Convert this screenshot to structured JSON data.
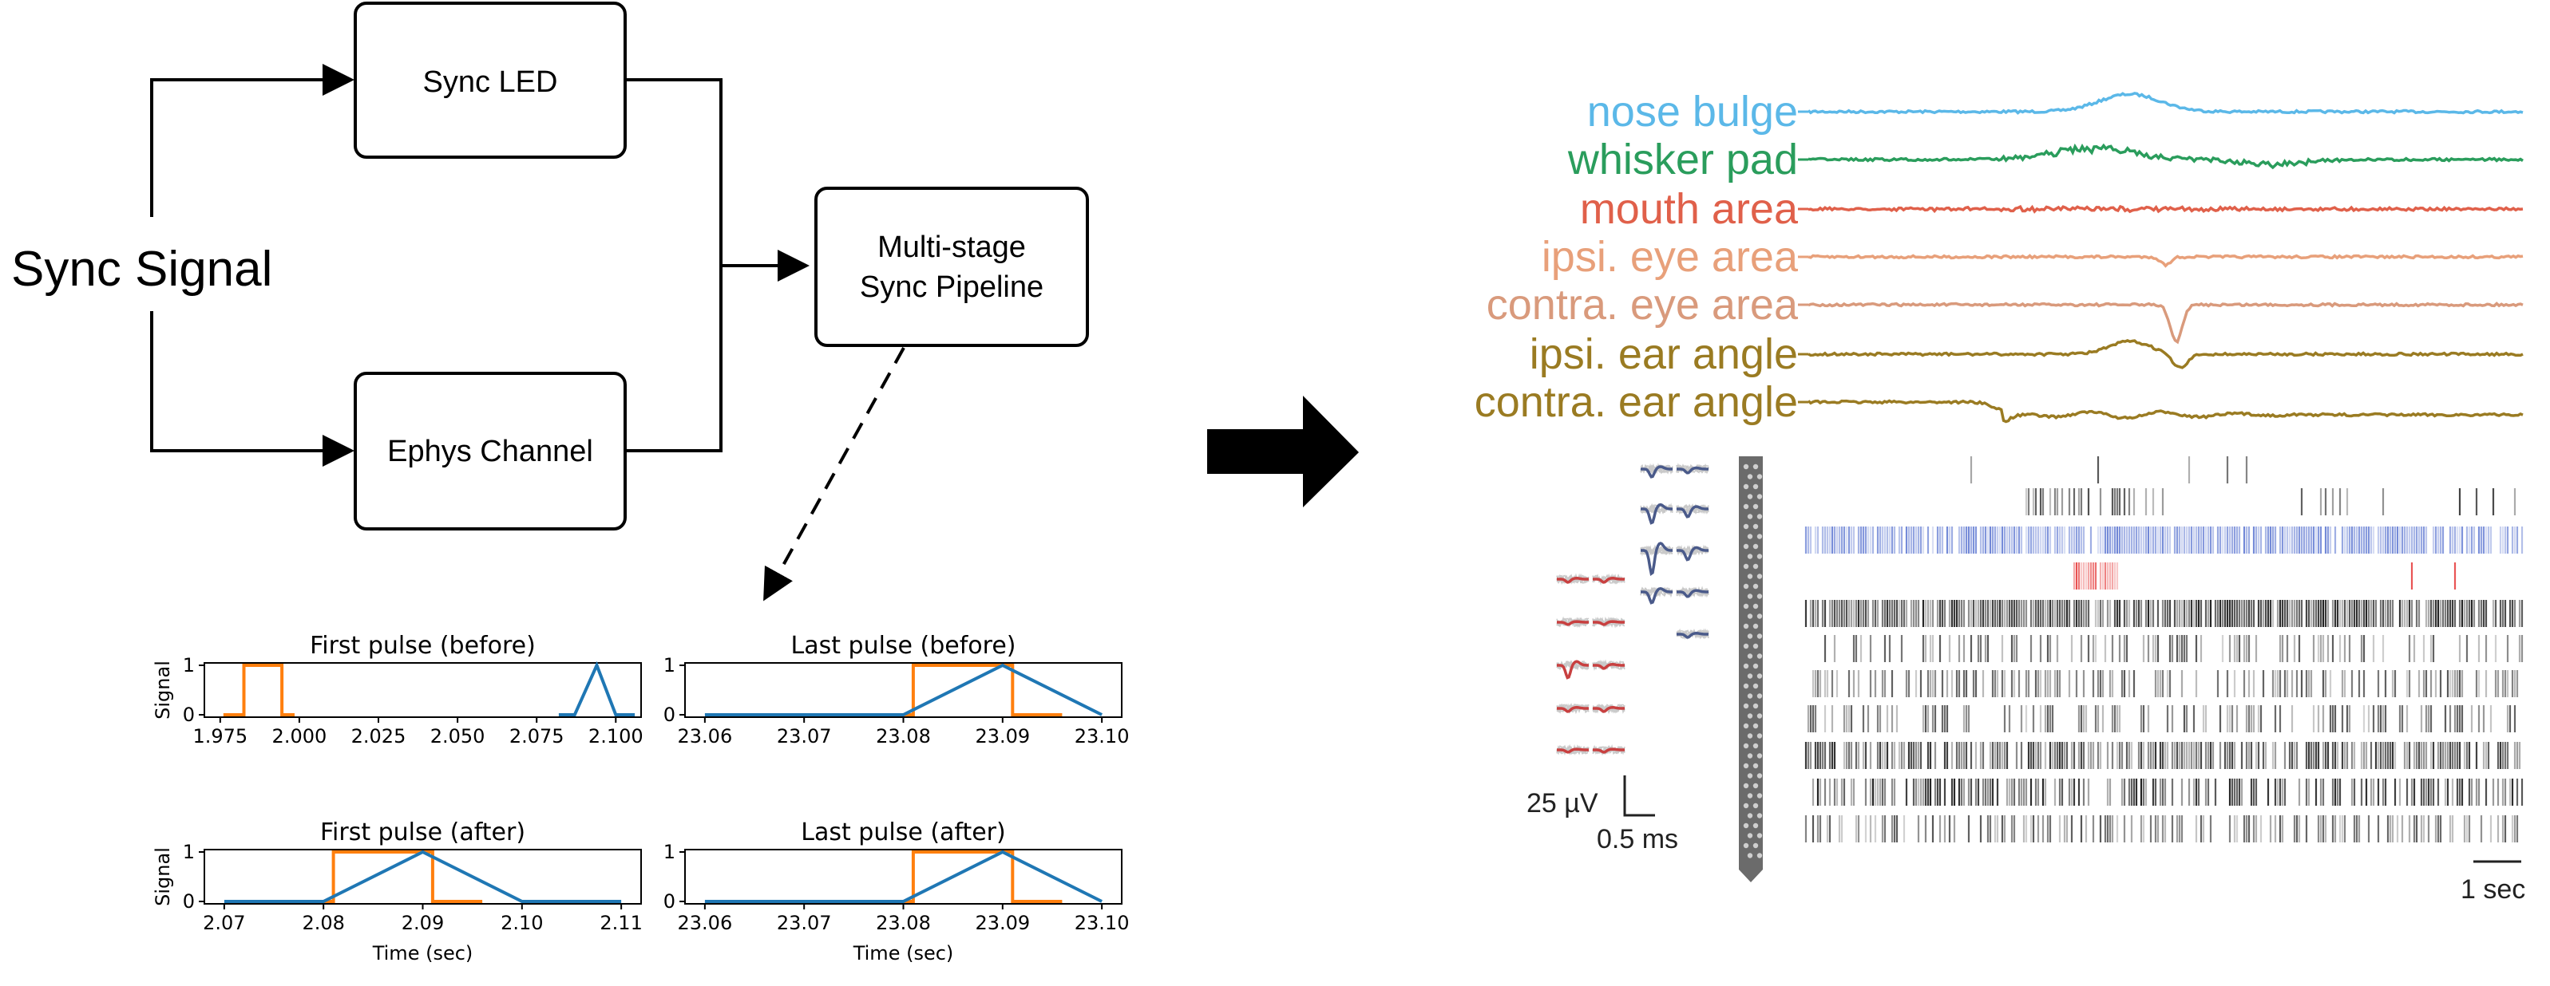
{
  "diagram": {
    "source_label": "Sync Signal",
    "boxes": {
      "led": "Sync LED",
      "ephys": "Ephys Channel",
      "pipeline_line1": "Multi-stage",
      "pipeline_line2": "Sync Pipeline"
    }
  },
  "chart_data": [
    {
      "type": "line",
      "title": "First pulse (before)",
      "ylabel": "Signal",
      "xlabel": "",
      "xlim": [
        1.97,
        2.108
      ],
      "ylim": [
        0,
        1
      ],
      "xticks": [
        "1.975",
        "2.000",
        "2.025",
        "2.050",
        "2.075",
        "2.100"
      ],
      "xtick_values": [
        1.975,
        2.0,
        2.025,
        2.05,
        2.075,
        2.1
      ],
      "yticks": [
        "0",
        "1"
      ],
      "ytick_values": [
        0,
        1
      ],
      "series": [
        {
          "color": "#ff7f0e",
          "x": [
            1.976,
            1.9825,
            1.9825,
            1.9945,
            1.9945,
            1.9985
          ],
          "y": [
            0,
            0,
            1,
            1,
            0,
            0
          ]
        },
        {
          "color": "#1f77b4",
          "x": [
            2.082,
            2.087,
            2.094,
            2.1,
            2.106
          ],
          "y": [
            0,
            0,
            1,
            0,
            0
          ]
        }
      ]
    },
    {
      "type": "line",
      "title": "Last pulse (before)",
      "ylabel": "",
      "xlabel": "",
      "xlim": [
        23.058,
        23.102
      ],
      "ylim": [
        0,
        1
      ],
      "xticks": [
        "23.06",
        "23.07",
        "23.08",
        "23.09",
        "23.10"
      ],
      "xtick_values": [
        23.06,
        23.07,
        23.08,
        23.09,
        23.1
      ],
      "yticks": [
        "0",
        "1"
      ],
      "ytick_values": [
        0,
        1
      ],
      "series": [
        {
          "color": "#ff7f0e",
          "x": [
            23.076,
            23.081,
            23.081,
            23.091,
            23.091,
            23.096
          ],
          "y": [
            0,
            0,
            1,
            1,
            0,
            0
          ]
        },
        {
          "color": "#1f77b4",
          "x": [
            23.06,
            23.08,
            23.09,
            23.1
          ],
          "y": [
            0,
            0,
            1,
            0
          ]
        }
      ]
    },
    {
      "type": "line",
      "title": "First pulse (after)",
      "ylabel": "Signal",
      "xlabel": "Time (sec)",
      "xlim": [
        2.068,
        2.112
      ],
      "ylim": [
        0,
        1
      ],
      "xticks": [
        "2.07",
        "2.08",
        "2.09",
        "2.10",
        "2.11"
      ],
      "xtick_values": [
        2.07,
        2.08,
        2.09,
        2.1,
        2.11
      ],
      "yticks": [
        "0",
        "1"
      ],
      "ytick_values": [
        0,
        1
      ],
      "series": [
        {
          "color": "#ff7f0e",
          "x": [
            2.075,
            2.081,
            2.081,
            2.091,
            2.091,
            2.096
          ],
          "y": [
            0,
            0,
            1,
            1,
            0,
            0
          ]
        },
        {
          "color": "#1f77b4",
          "x": [
            2.07,
            2.08,
            2.09,
            2.1,
            2.11
          ],
          "y": [
            0,
            0,
            1,
            0,
            0
          ]
        }
      ]
    },
    {
      "type": "line",
      "title": "Last pulse (after)",
      "ylabel": "",
      "xlabel": "Time (sec)",
      "xlim": [
        23.058,
        23.102
      ],
      "ylim": [
        0,
        1
      ],
      "xticks": [
        "23.06",
        "23.07",
        "23.08",
        "23.09",
        "23.10"
      ],
      "xtick_values": [
        23.06,
        23.07,
        23.08,
        23.09,
        23.1
      ],
      "yticks": [
        "0",
        "1"
      ],
      "ytick_values": [
        0,
        1
      ],
      "series": [
        {
          "color": "#ff7f0e",
          "x": [
            23.076,
            23.081,
            23.081,
            23.091,
            23.091,
            23.096
          ],
          "y": [
            0,
            0,
            1,
            1,
            0,
            0
          ]
        },
        {
          "color": "#1f77b4",
          "x": [
            23.06,
            23.08,
            23.09,
            23.1
          ],
          "y": [
            0,
            0,
            1,
            0
          ]
        }
      ]
    }
  ],
  "traces": [
    {
      "label": "nose bulge",
      "color": "#5bb8e8"
    },
    {
      "label": "whisker pad",
      "color": "#2a9d5c"
    },
    {
      "label": "mouth area",
      "color": "#e0604a"
    },
    {
      "label": "ipsi. eye area",
      "color": "#e8a07a"
    },
    {
      "label": "contra. eye area",
      "color": "#d99a7c"
    },
    {
      "label": "ipsi. ear angle",
      "color": "#9a7b22"
    },
    {
      "label": "contra. ear angle",
      "color": "#9a7b22"
    }
  ],
  "raster_row_colors": [
    "#222222",
    "#444444",
    "#6f86d6",
    "#e85050",
    "#222222",
    "#555555",
    "#555555",
    "#555555",
    "#333333",
    "#222222",
    "#555555"
  ],
  "scale_bars": {
    "voltage": "25 µV",
    "time_wave": "0.5 ms",
    "time_raster": "1 sec"
  }
}
